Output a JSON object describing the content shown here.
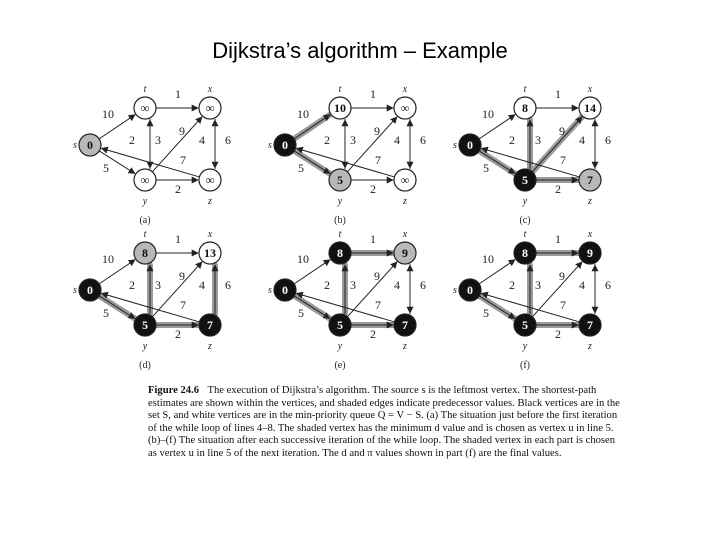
{
  "title": "Dijkstra’s algorithm – Example",
  "vertex_names": {
    "s": "s",
    "t": "t",
    "x": "x",
    "y": "y",
    "z": "z"
  },
  "edges": [
    {
      "from": "s",
      "to": "t",
      "w": "10"
    },
    {
      "from": "s",
      "to": "y",
      "w": "5"
    },
    {
      "from": "t",
      "to": "x",
      "w": "1"
    },
    {
      "from": "t",
      "to": "y",
      "w": "2"
    },
    {
      "from": "y",
      "to": "t",
      "w": "3"
    },
    {
      "from": "y",
      "to": "x",
      "w": "9"
    },
    {
      "from": "y",
      "to": "z",
      "w": "2"
    },
    {
      "from": "x",
      "to": "z",
      "w": "4"
    },
    {
      "from": "z",
      "to": "x",
      "w": "6"
    },
    {
      "from": "z",
      "to": "s",
      "w": "7"
    }
  ],
  "panels": [
    {
      "label": "(a)",
      "d": {
        "s": "0",
        "t": "∞",
        "x": "∞",
        "y": "∞",
        "z": "∞"
      },
      "fill": {
        "s": "gray",
        "t": "white",
        "x": "white",
        "y": "white",
        "z": "white"
      },
      "shaded": []
    },
    {
      "label": "(b)",
      "d": {
        "s": "0",
        "t": "10",
        "x": "∞",
        "y": "5",
        "z": "∞"
      },
      "fill": {
        "s": "black",
        "t": "white",
        "x": "white",
        "y": "gray",
        "z": "white"
      },
      "shaded": [
        "s-t",
        "s-y"
      ]
    },
    {
      "label": "(c)",
      "d": {
        "s": "0",
        "t": "8",
        "x": "14",
        "y": "5",
        "z": "7"
      },
      "fill": {
        "s": "black",
        "t": "white",
        "x": "white",
        "y": "black",
        "z": "gray"
      },
      "shaded": [
        "s-y",
        "y-t",
        "y-x",
        "y-z"
      ]
    },
    {
      "label": "(d)",
      "d": {
        "s": "0",
        "t": "8",
        "x": "13",
        "y": "5",
        "z": "7"
      },
      "fill": {
        "s": "black",
        "t": "gray",
        "x": "white",
        "y": "black",
        "z": "black"
      },
      "shaded": [
        "s-y",
        "y-t",
        "y-z",
        "z-x"
      ]
    },
    {
      "label": "(e)",
      "d": {
        "s": "0",
        "t": "8",
        "x": "9",
        "y": "5",
        "z": "7"
      },
      "fill": {
        "s": "black",
        "t": "black",
        "x": "gray",
        "y": "black",
        "z": "black"
      },
      "shaded": [
        "s-y",
        "y-t",
        "y-z",
        "t-x"
      ]
    },
    {
      "label": "(f)",
      "d": {
        "s": "0",
        "t": "8",
        "x": "9",
        "y": "5",
        "z": "7"
      },
      "fill": {
        "s": "black",
        "t": "black",
        "x": "black",
        "y": "black",
        "z": "black"
      },
      "shaded": [
        "s-y",
        "y-t",
        "y-z",
        "t-x"
      ]
    }
  ],
  "caption": {
    "fig_label": "Figure 24.6",
    "text": "The execution of Dijkstra’s algorithm. The source s is the leftmost vertex. The shortest-path estimates are shown within the vertices, and shaded edges indicate predecessor values. Black vertices are in the set S, and white vertices are in the min-priority queue Q = V − S. (a) The situation just before the first iteration of the while loop of lines 4–8. The shaded vertex has the minimum d value and is chosen as vertex u in line 5. (b)–(f) The situation after each successive iteration of the while loop. The shaded vertex in each part is chosen as vertex u in line 5 of the next iteration. The d and π values shown in part (f) are the final values."
  },
  "colors": {
    "black_vertex": "#111111",
    "gray_vertex": "#b8b8b8",
    "white_vertex": "#ffffff",
    "shaded_edge": "#9a9a9a",
    "edge": "#222222"
  }
}
